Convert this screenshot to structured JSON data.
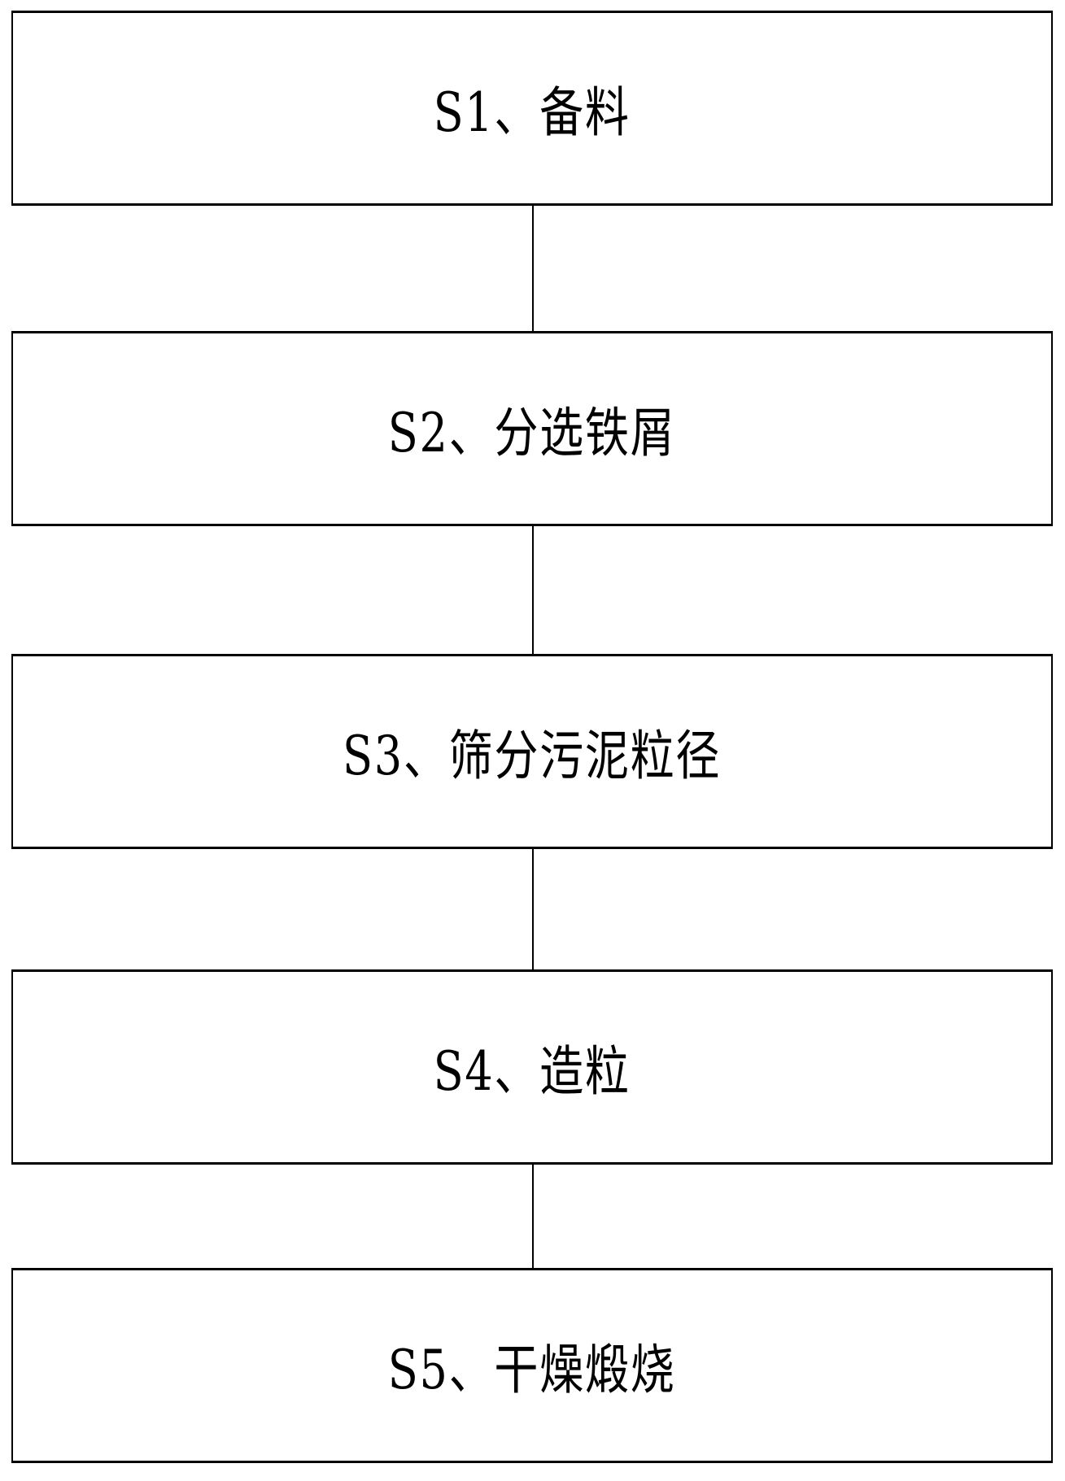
{
  "diagram": {
    "type": "vertical flowchart",
    "steps": [
      {
        "id": "S1",
        "label": "S1、备料"
      },
      {
        "id": "S2",
        "label": "S2、分选铁屑"
      },
      {
        "id": "S3",
        "label": "S3、筛分污泥粒径"
      },
      {
        "id": "S4",
        "label": "S4、造粒"
      },
      {
        "id": "S5",
        "label": "S5、干燥煅烧"
      }
    ],
    "edges": [
      {
        "from": "S1",
        "to": "S2"
      },
      {
        "from": "S2",
        "to": "S3"
      },
      {
        "from": "S3",
        "to": "S4"
      },
      {
        "from": "S4",
        "to": "S5"
      }
    ],
    "colors": {
      "line": "#000000",
      "background": "#ffffff",
      "text": "#000000"
    }
  }
}
